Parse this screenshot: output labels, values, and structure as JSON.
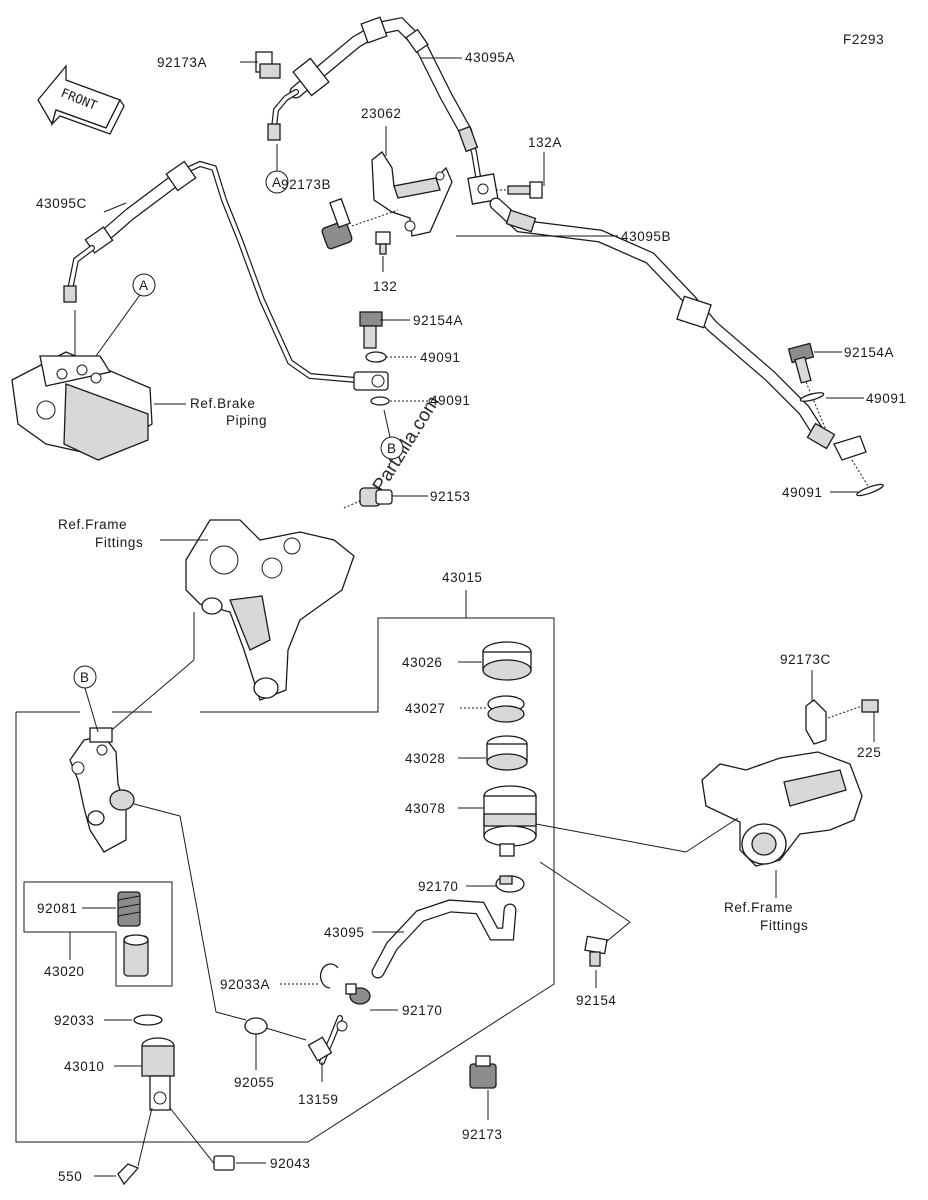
{
  "figure_code": "F2293",
  "front_label": "FRONT",
  "watermark": "©Partzilla.com",
  "callouts": {
    "c92173A": "92173A",
    "c43095A": "43095A",
    "c23062": "23062",
    "c132A": "132A",
    "c92173B": "92173B",
    "c43095C": "43095C",
    "c43095B": "43095B",
    "c132": "132",
    "c92154A_1": "92154A",
    "c92154A_2": "92154A",
    "c49091_1": "49091",
    "c49091_2": "49091",
    "c49091_3": "49091",
    "c49091_4": "49091",
    "c92153": "92153",
    "c43015": "43015",
    "c43026": "43026",
    "c43027": "43027",
    "c43028": "43028",
    "c43078": "43078",
    "c92173C": "92173C",
    "c225": "225",
    "c92081": "92081",
    "c43020": "43020",
    "c92170_1": "92170",
    "c92170_2": "92170",
    "c43095": "43095",
    "c92033A": "92033A",
    "c92033": "92033",
    "c43010": "43010",
    "c92055": "92055",
    "c13159": "13159",
    "c92154": "92154",
    "c92173": "92173",
    "c550": "550",
    "c92043": "92043"
  },
  "refs": {
    "brake_1": "Ref.Brake",
    "brake_2": "Piping",
    "frame_left_1": "Ref.Frame",
    "frame_left_2": "Fittings",
    "frame_right_1": "Ref.Frame",
    "frame_right_2": "Fittings"
  },
  "markers": {
    "a_top": "A",
    "a_abs": "A",
    "b_mid": "B",
    "b_left": "B"
  }
}
